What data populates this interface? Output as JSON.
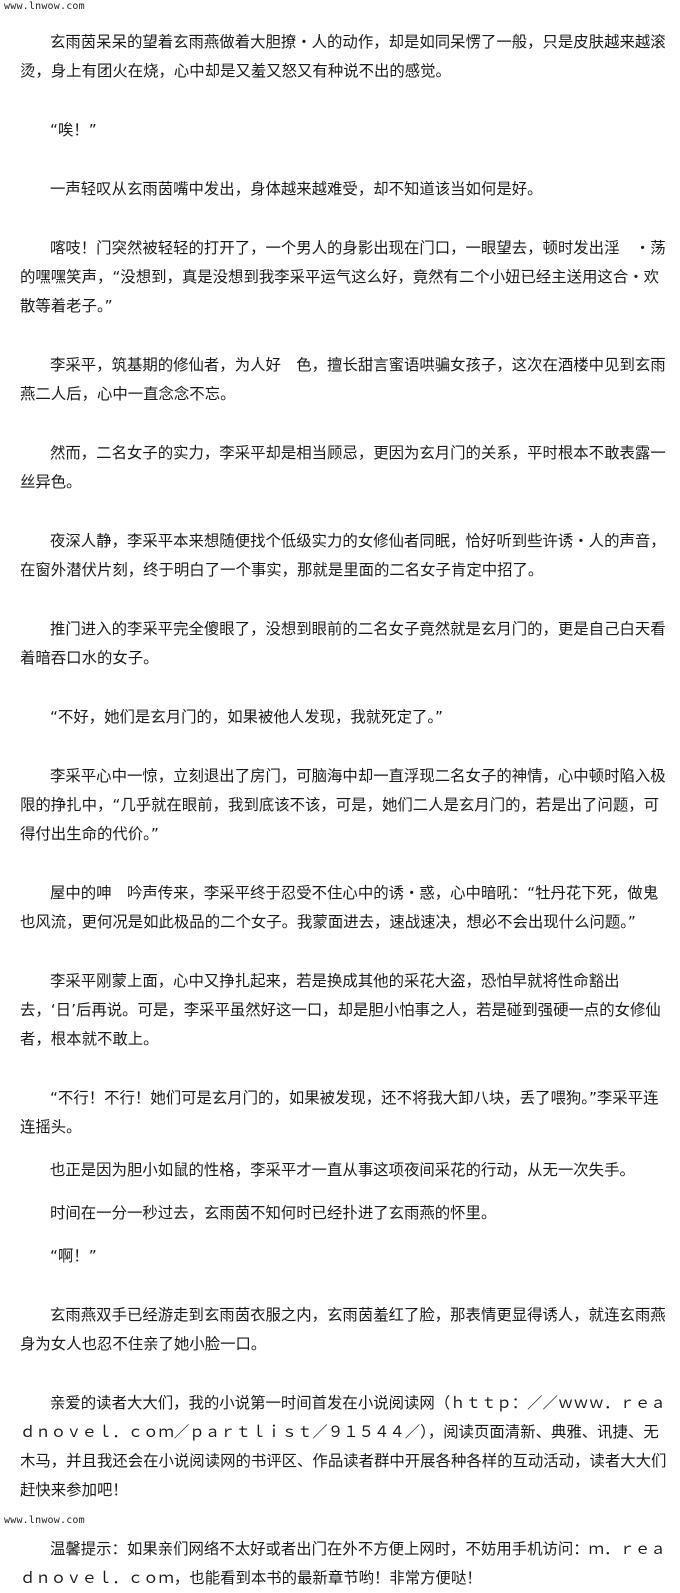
{
  "watermark": {
    "top": "www.lnwow.com",
    "bottom": "www.lnwow.com"
  },
  "paragraphs": [
    "玄雨茵呆呆的望着玄雨燕做着大胆撩・人的动作，却是如同呆愣了一般，只是皮肤越来越滚烫，身上有团火在烧，心中却是又羞又怒又有种说不出的感觉。",
    "“唉！”",
    "一声轻叹从玄雨茵嘴中发出，身体越来越难受，却不知道该当如何是好。",
    "喀吱！门突然被轻轻的打开了，一个男人的身影出现在门口，一眼望去，顿时发出淫　・荡的嘿嘿笑声，“没想到，真是没想到我李采平运气这么好，竟然有二个小妞已经主送用这合・欢散等着老子。”",
    "李采平，筑基期的修仙者，为人好　色，擅长甜言蜜语哄骗女孩子，这次在酒楼中见到玄雨燕二人后，心中一直念念不忘。",
    "然而，二名女子的实力，李采平却是相当顾忌，更因为玄月门的关系，平时根本不敢表露一丝异色。",
    "夜深人静，李采平本来想随便找个低级实力的女修仙者同眠，恰好听到些许诱・人的声音，在窗外潜伏片刻，终于明白了一个事实，那就是里面的二名女子肯定中招了。",
    "推门进入的李采平完全傻眼了，没想到眼前的二名女子竟然就是玄月门的，更是自己白天看着暗吞口水的女子。",
    "“不好，她们是玄月门的，如果被他人发现，我就死定了。”",
    "李采平心中一惊，立刻退出了房门，可脑海中却一直浮现二名女子的神情，心中顿时陷入极限的挣扎中，“几乎就在眼前，我到底该不该，可是，她们二人是玄月门的，若是出了问题，可得付出生命的代价。”",
    "屋中的呻　吟声传来，李采平终于忍受不住心中的诱・惑，心中暗吼：“牡丹花下死，做鬼也风流，更何况是如此极品的二个女子。我蒙面进去，速战速决，想必不会出现什么问题。”",
    "李采平刚蒙上面，心中又挣扎起来，若是换成其他的采花大盗，恐怕早就将性命豁出去，‘日’后再说。可是，李采平虽然好这一口，却是胆小怕事之人，若是碰到强硬一点的女修仙者，根本就不敢上。",
    "“不行！不行！她们可是玄月门的，如果被发现，还不将我大卸八块，丢了喂狗。”李采平连连摇头。",
    "也正是因为胆小如鼠的性格，李采平才一直从事这项夜间采花的行动，从无一次失手。",
    "时间在一分一秒过去，玄雨茵不知何时已经扑进了玄雨燕的怀里。",
    "“啊！”",
    "玄雨燕双手已经游走到玄雨茵衣服之内，玄雨茵羞红了脸，那表情更显得诱人，就连玄雨燕身为女人也忍不住亲了她小脸一口。",
    "亲爱的读者大大们，我的小说第一时间首发在小说阅读网（ｈｔｔｐ：／／ｗｗｗ．ｒｅａｄｎｏｖｅｌ．ｃｏｍ／ｐａｒｔｌｉｓｔ／９１５４４／），阅读页面清新、典雅、讯捷、无木马，并且我还会在小说阅读网的书评区、作品读者群中开展各种各样的互动活动，读者大大们赶快来参加吧！",
    "温馨提示：如果亲们网络不太好或者出门在外不方便上网时，不妨用手机访问：ｍ．ｒｅａｄｎｏｖｅｌ．ｃｏｍ，也能看到本书的最新章节哟！非常方便哒！"
  ]
}
